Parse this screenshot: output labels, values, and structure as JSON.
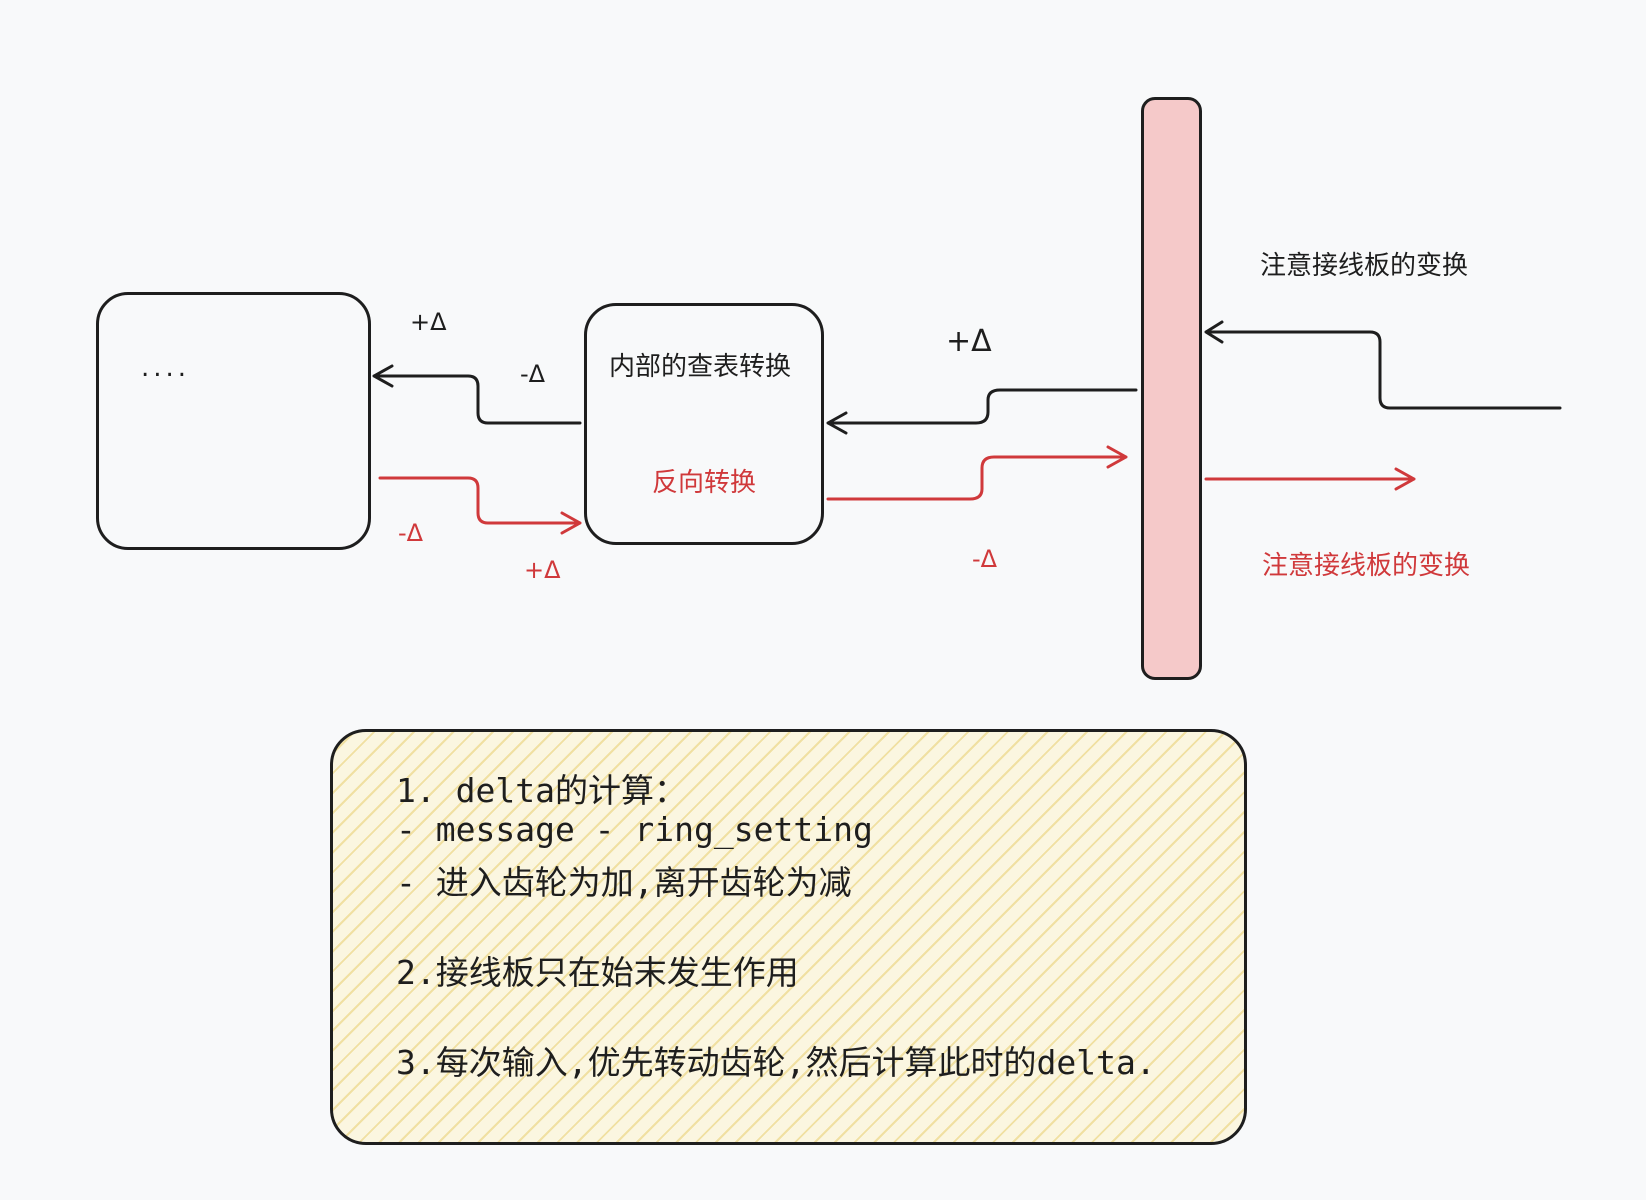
{
  "left_box": {
    "text": "...."
  },
  "mid_box": {
    "title": "内部的查表转换",
    "reverse_label": "反向转换"
  },
  "labels": {
    "left_plus_top": "+Δ",
    "left_minus_top": "-Δ",
    "left_minus_bottom": "-Δ",
    "left_plus_bottom": "+Δ",
    "mid_plus_top": "+Δ",
    "mid_minus_bottom": "-Δ",
    "plugboard_note_top": "注意接线板的变换",
    "plugboard_note_bottom": "注意接线板的变换"
  },
  "notes": {
    "line1": "1. delta的计算：",
    "line2": "- message - ring_setting",
    "line3": "- 进入齿轮为加,离开齿轮为减",
    "line4": "2.接线板只在始末发生作用",
    "line5": "3.每次输入,优先转动齿轮,然后计算此时的delta."
  },
  "colors": {
    "forward": "#1e1e1e",
    "reverse": "#d0393b",
    "plugboard_fill": "#f5c9c9",
    "note_fill": "#fbf6e0"
  }
}
